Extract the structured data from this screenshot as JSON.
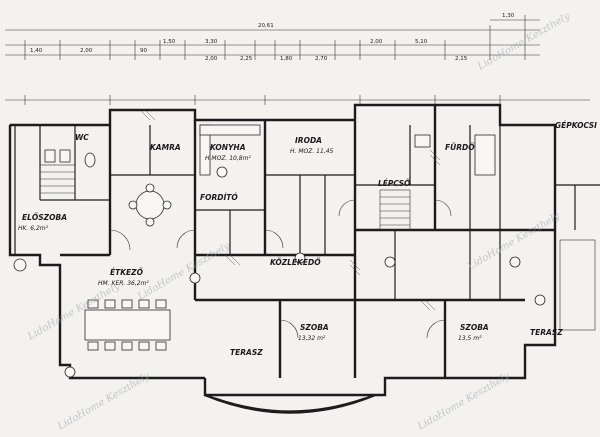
{
  "top_dimensions": [
    "20,61",
    "1,30",
    "1,40",
    "2,00",
    "90",
    "1,50",
    "3,30",
    "2,00",
    "5,10"
  ],
  "second_dimensions": [
    "2,00",
    "2,25",
    "1,80",
    "2,70",
    "2,15"
  ],
  "rooms": {
    "eloszoba": "ELŐSZOBA",
    "etkezo": "ÉTKEZŐ",
    "etkezo_area": "HM. KER. 36,2m²",
    "konyha": "KONYHA",
    "konyha_area": "H.MOZ. 10,8m²",
    "iroda": "IRODA",
    "iroda_area": "H. MOZ. 11,45",
    "szoba_left": "SZOBA",
    "szoba_left_area": "13,32 m²",
    "szoba_right": "SZOBA",
    "szoba_right_area": "13,5 m²",
    "terasz_left": "TERASZ",
    "terasz_right": "TERASZ",
    "furdo": "FÜRDŐ",
    "gepkocsi": "GÉPKOCSI",
    "kozlekedo": "KÖZLEKEDŐ",
    "wc": "WC",
    "lepcso": "LÉPCSŐ",
    "fordito": "FORDÍTÓ",
    "kamra": "KAMRA",
    "eloszoba_area": "HK. 6,2m²"
  },
  "watermark": "LidoHome Keszthely",
  "colors": {
    "paper": "#f3f2ee",
    "ink": "#1c1c1c",
    "watermark": "#9aa3ae"
  }
}
